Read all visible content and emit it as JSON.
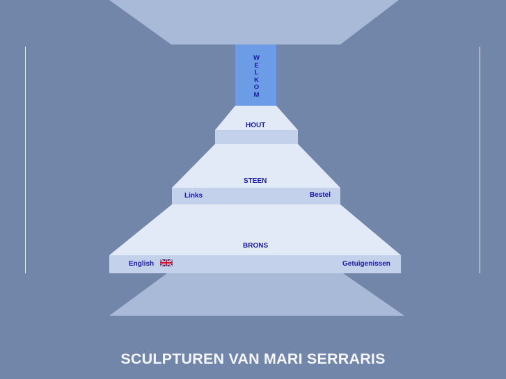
{
  "nav": {
    "welkom": "WELKOM",
    "hout": "HOUT",
    "steen": "STEEN",
    "brons": "BRONS",
    "links": "Links",
    "bestel": "Bestel",
    "english": "English",
    "getuigenissen": "Getuigenissen"
  },
  "site_title": "SCULPTUREN VAN MARI SERRARIS",
  "icons": {
    "language_flag": "uk-flag-icon"
  },
  "colors": {
    "background": "#7286a9",
    "link_text": "#1a1aa6",
    "welkom_block": "#6d9ce6",
    "tier_top": "#e2eaf7",
    "tier_front": "#c3d2ea",
    "funnel": "#a9b9d8",
    "title_text": "#f4f6fb"
  }
}
